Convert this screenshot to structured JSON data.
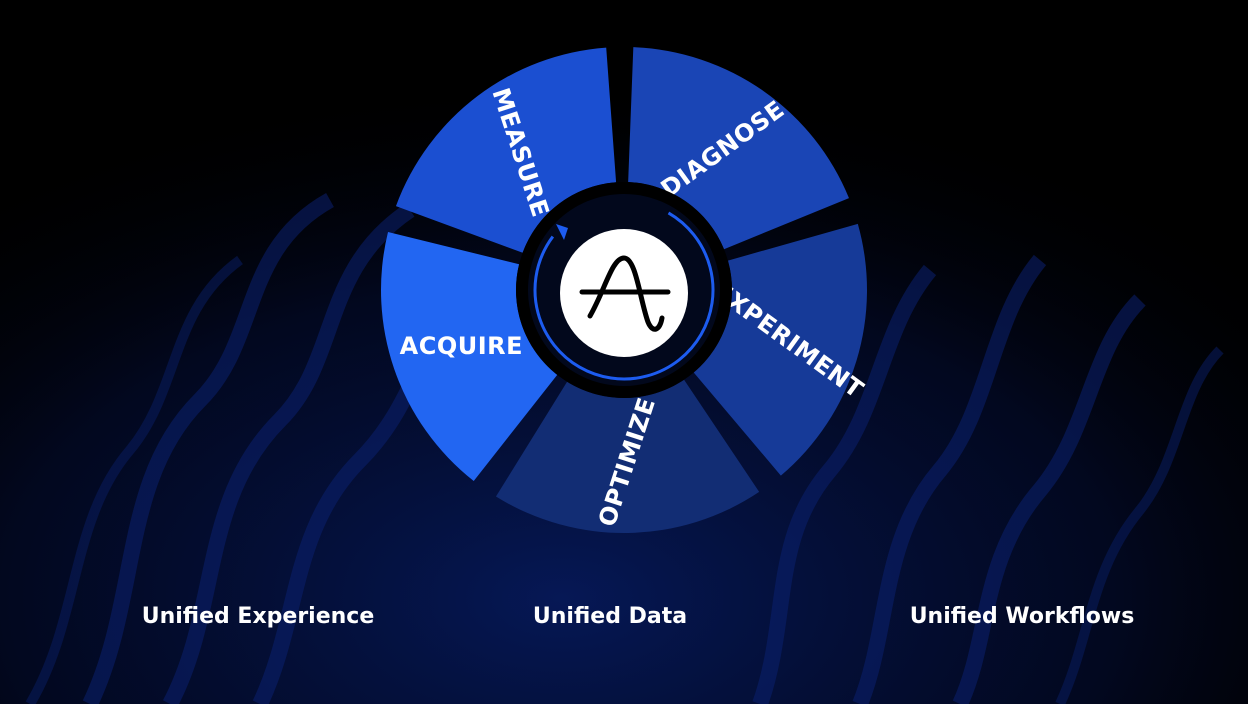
{
  "diagram": {
    "segments": [
      {
        "id": "acquire",
        "label": "ACQUIRE",
        "color": "#2266f2"
      },
      {
        "id": "measure",
        "label": "MEASURE",
        "color": "#1b4fd1"
      },
      {
        "id": "diagnose",
        "label": "DIAGNOSE",
        "color": "#1a45b5"
      },
      {
        "id": "experiment",
        "label": "EXPERIMENT",
        "color": "#163a98"
      },
      {
        "id": "optimize",
        "label": "OPTIMIZE",
        "color": "#122d74"
      }
    ],
    "center_logo_letter": "A",
    "hub_color": "#02081c",
    "ring_color": "#1d5cf0"
  },
  "footer": {
    "items": [
      {
        "label": "Unified Experience"
      },
      {
        "label": "Unified Data"
      },
      {
        "label": "Unified Workflows"
      }
    ]
  },
  "colors": {
    "background": "#000000",
    "accent": "#2266f2",
    "text": "#ffffff"
  }
}
